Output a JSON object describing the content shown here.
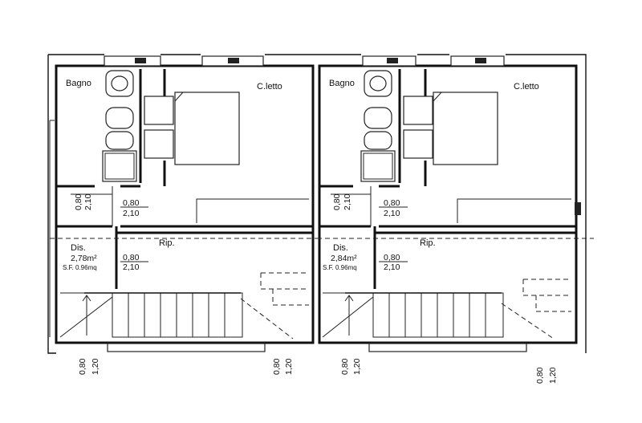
{
  "units": [
    {
      "id": "left",
      "labels": {
        "bagno": "Bagno",
        "letto": "C.letto",
        "dis": "Dis.",
        "rip": "Rip.",
        "area": "2,78m²",
        "sf": "S.F. 0.96mq"
      },
      "dims": {
        "door_bath_w": "0,80",
        "door_bath_h": "2,10",
        "door_bed_w": "0,80",
        "door_bed_h": "2,10",
        "door_rip_w": "0,80",
        "door_rip_h": "2,10",
        "bottom_a_w": "0,80",
        "bottom_a_h": "1,20",
        "bottom_b_w": "0,80",
        "bottom_b_h": "1,20"
      }
    },
    {
      "id": "right",
      "labels": {
        "bagno": "Bagno",
        "letto": "C.letto",
        "dis": "Dis.",
        "rip": "Rip.",
        "area": "2,84m²",
        "sf": "S.F. 0.96mq"
      },
      "dims": {
        "door_bath_w": "0,80",
        "door_bath_h": "2,10",
        "door_bed_w": "0,80",
        "door_bed_h": "2,10",
        "door_rip_w": "0,80",
        "door_rip_h": "2,10",
        "bottom_a_w": "0,80",
        "bottom_a_h": "1,20",
        "bottom_b_w": "0,80",
        "bottom_b_h": "1,20"
      }
    }
  ]
}
